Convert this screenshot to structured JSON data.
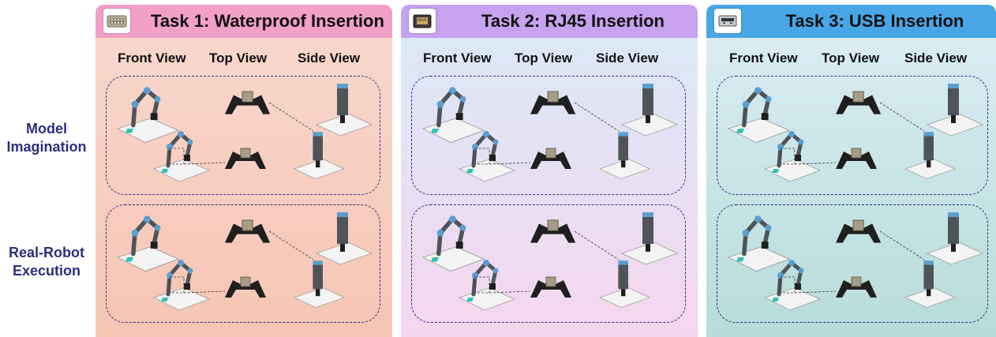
{
  "row_labels": {
    "model_imagination": [
      "Model",
      "Imagination"
    ],
    "real_robot_execution": [
      "Real-Robot",
      "Execution"
    ]
  },
  "tasks": [
    {
      "title": "Task 1: Waterproof Insertion",
      "icon": "waterproof-connector-icon",
      "header_color": "#f2a0c8",
      "panel_top_color": "#f9d9cf",
      "panel_bottom_color": "#f6c5b4",
      "views": [
        "Front View",
        "Top View",
        "Side View"
      ]
    },
    {
      "title": "Task 2: RJ45 Insertion",
      "icon": "rj45-connector-icon",
      "header_color": "#c7a2ee",
      "panel_top_color": "#d8eaf7",
      "panel_bottom_color": "#f6d6ef",
      "views": [
        "Front View",
        "Top View",
        "Side View"
      ]
    },
    {
      "title": "Task 3: USB Insertion",
      "icon": "usb-connector-icon",
      "header_color": "#49a6e6",
      "panel_top_color": "#ddeef6",
      "panel_bottom_color": "#b7dcd9",
      "views": [
        "Front View",
        "Top View",
        "Side View"
      ]
    }
  ],
  "colors": {
    "row_label_text": "#2c2e7c",
    "dashed_border": "#2c2e7c",
    "robot_arm": "#4f5459",
    "robot_joint": "#5c9ed0",
    "gripper": "#1f1f1f",
    "table_base": "#f4f4f4",
    "connector_marker": "#2fc0b4"
  }
}
